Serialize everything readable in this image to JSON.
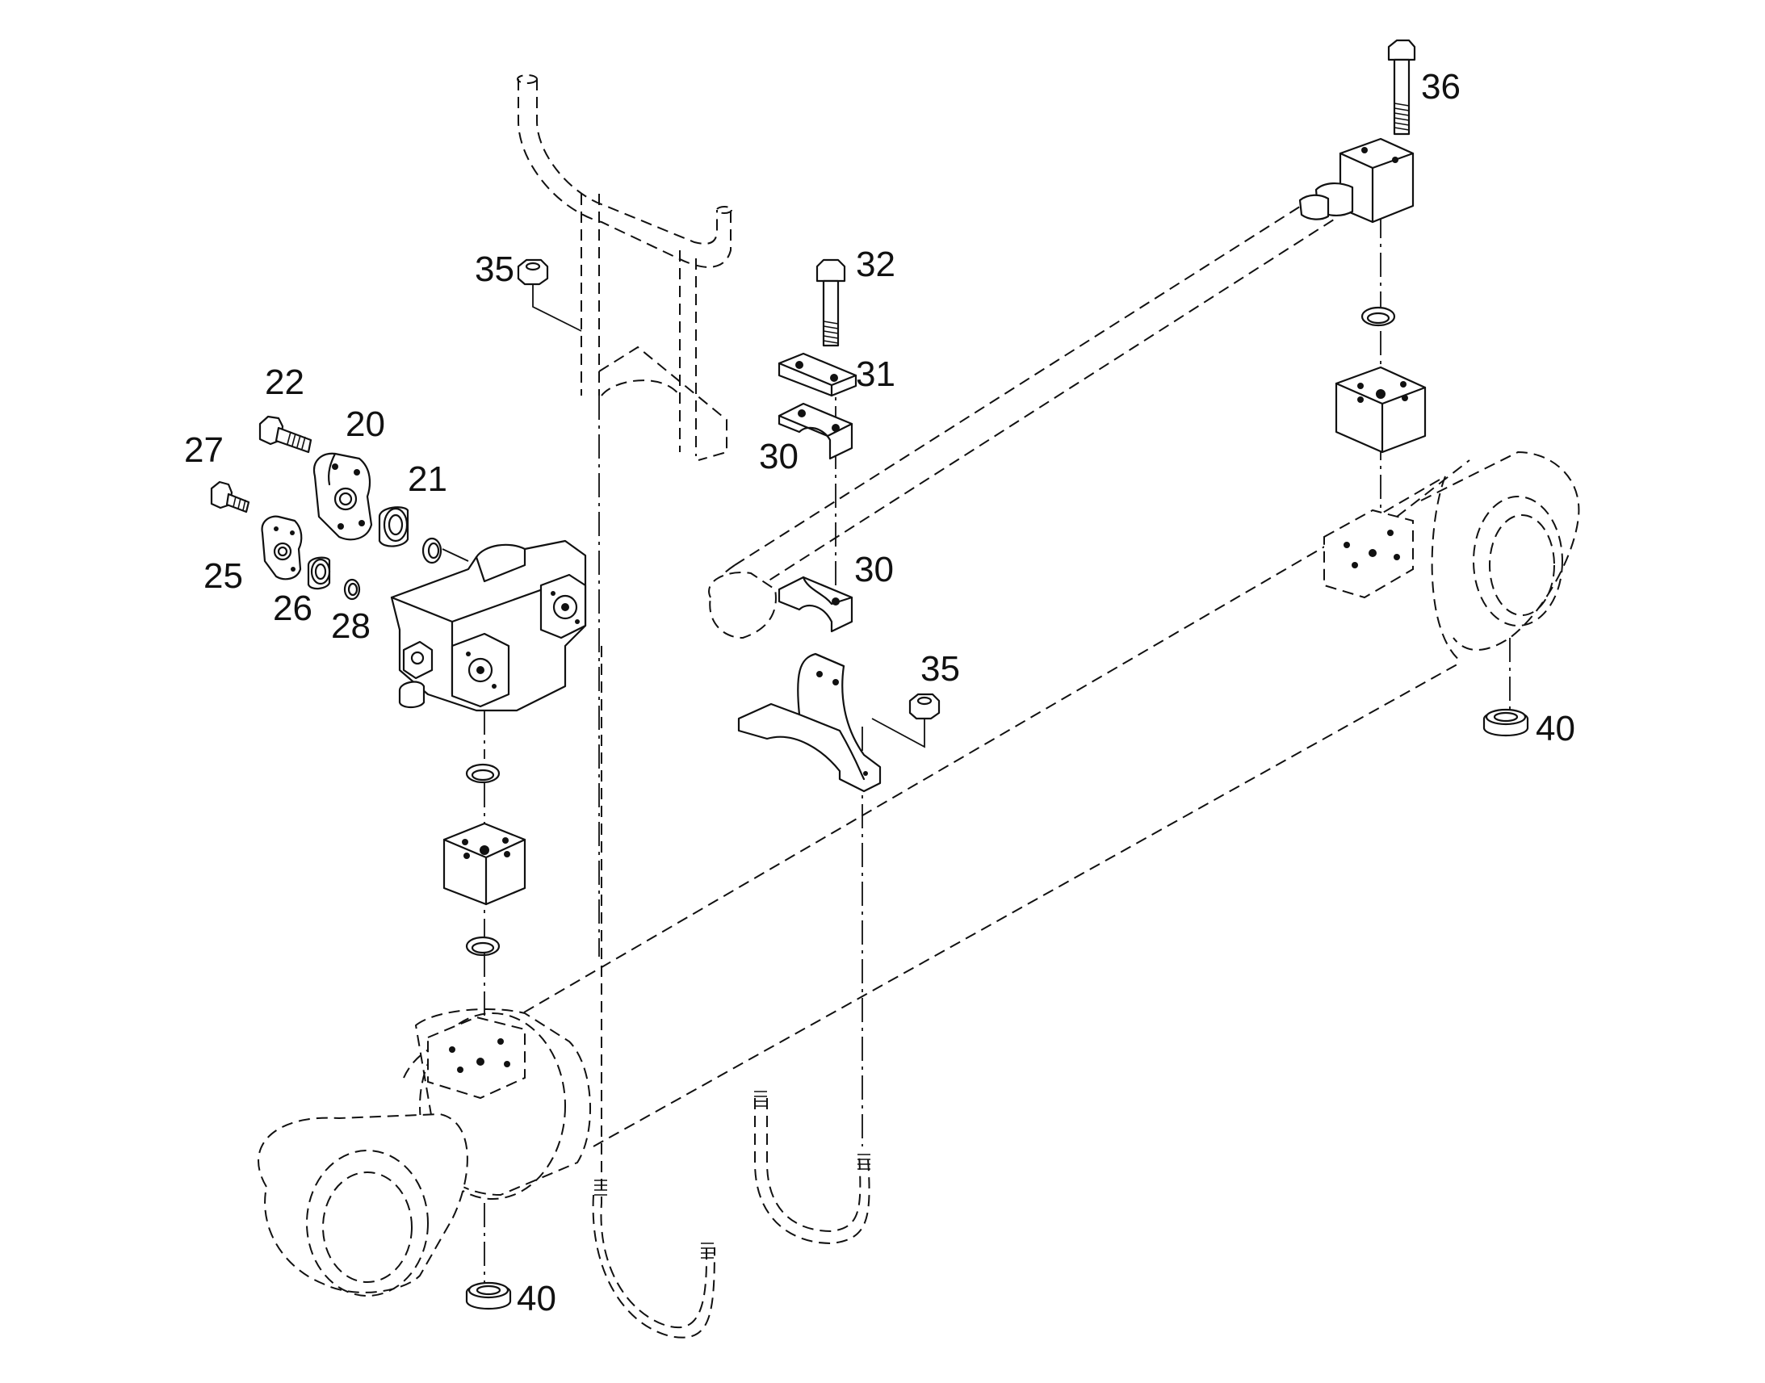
{
  "diagram": {
    "callouts": [
      "20",
      "21",
      "22",
      "25",
      "26",
      "27",
      "28",
      "30",
      "30",
      "31",
      "32",
      "35",
      "35",
      "36",
      "40",
      "40"
    ]
  }
}
